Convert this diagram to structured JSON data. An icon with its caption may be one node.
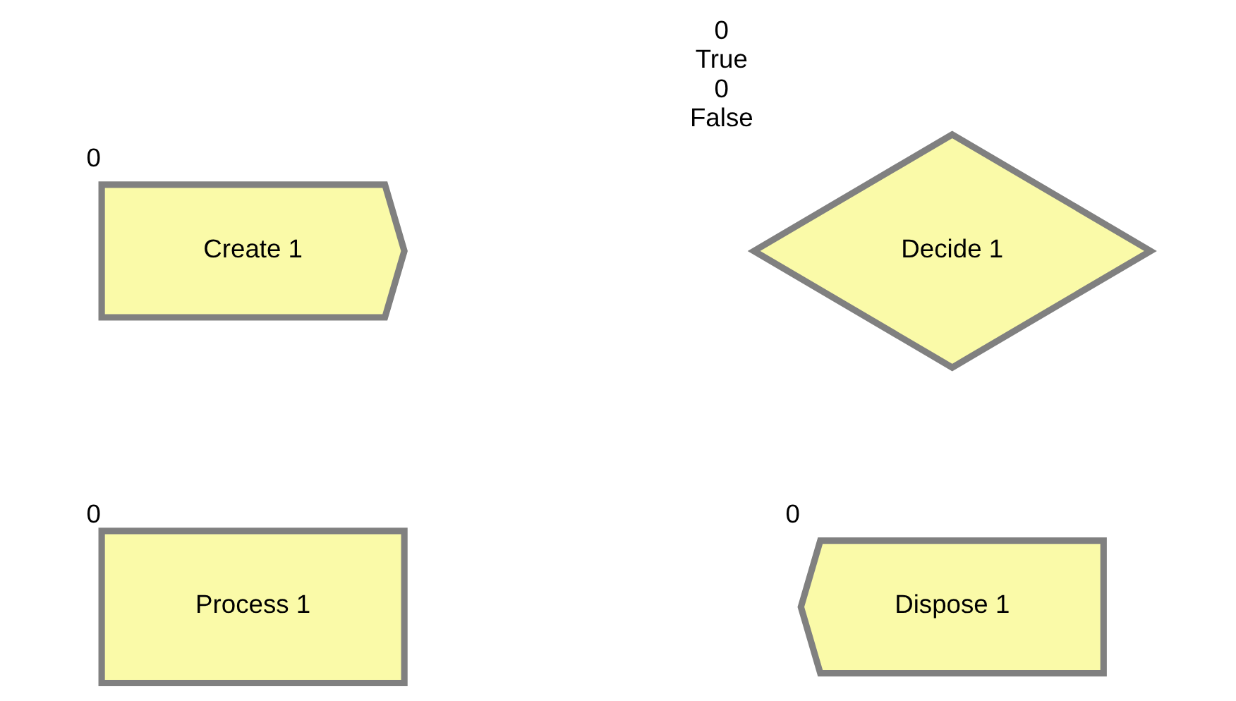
{
  "diagram": {
    "nodes": [
      {
        "text": [
          "Create 1"
        ],
        "beside": [
          "0"
        ]
      },
      {
        "text": [
          "Decide 1"
        ],
        "beside": [
          "0",
          "True",
          "0",
          "False"
        ]
      },
      {
        "text": [
          "Process 1"
        ],
        "beside": [
          "0"
        ]
      },
      {
        "text": [
          "Dispose 1"
        ],
        "beside": [
          "0"
        ]
      }
    ],
    "edges": []
  }
}
